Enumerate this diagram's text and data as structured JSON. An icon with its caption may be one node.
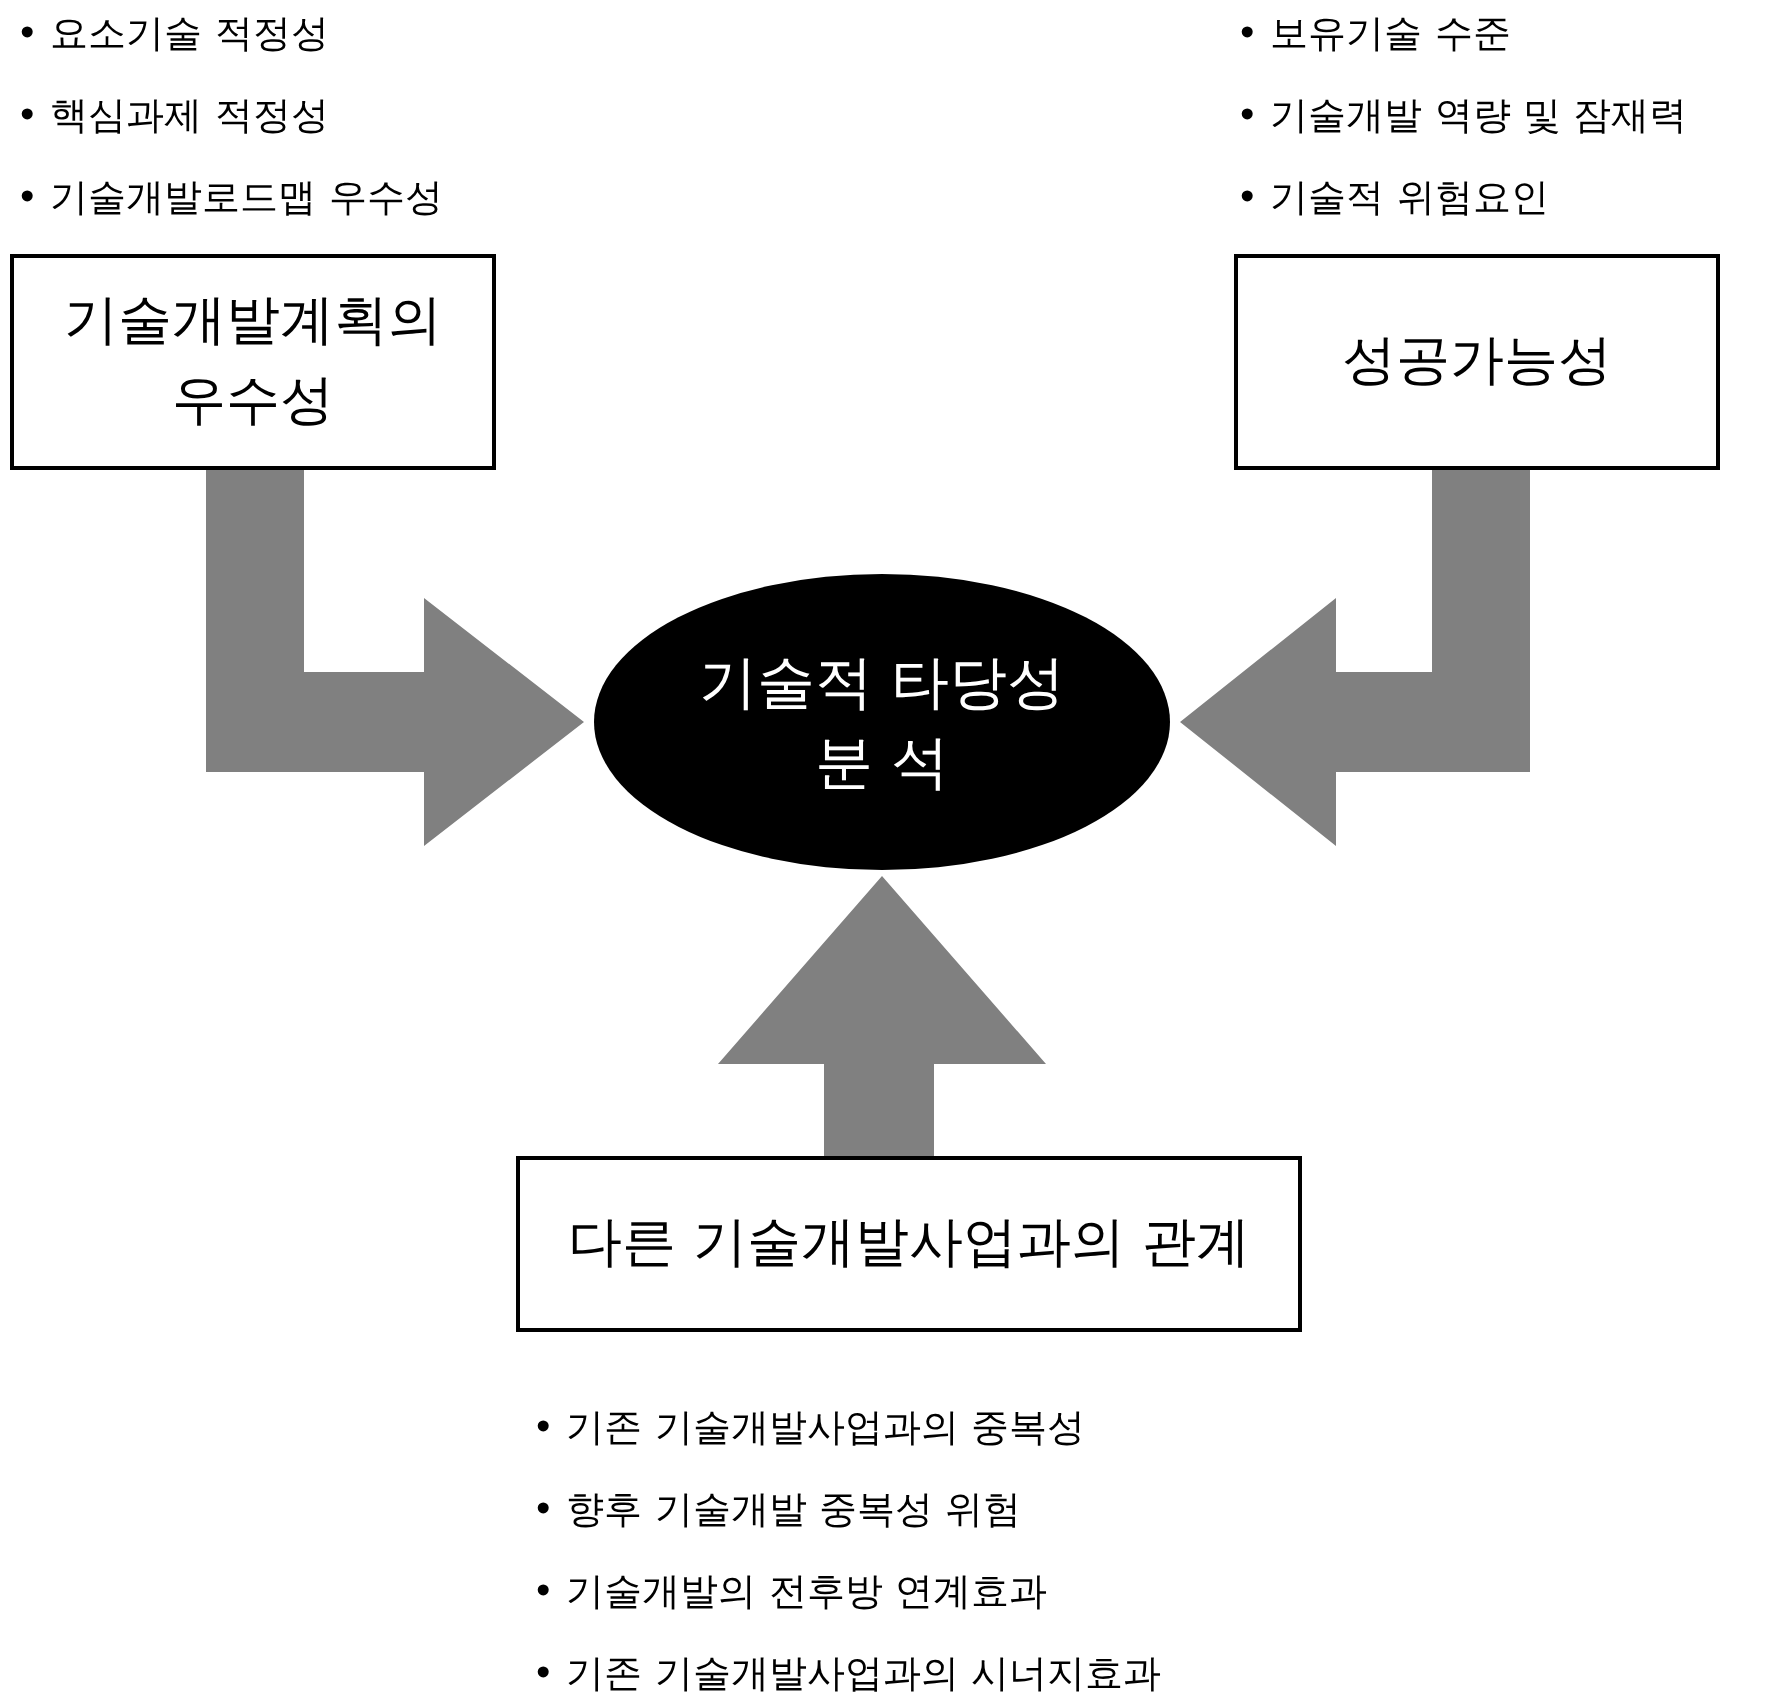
{
  "diagram": {
    "nodes": [
      {
        "text": [
          "기술개발계획의 우수성"
        ],
        "beside": [
          "• 요소기술 적정성",
          "• 핵심과제 적정성",
          "• 기술개발로드맵 우수성"
        ]
      },
      {
        "text": [
          "성공가능성"
        ],
        "beside": [
          "• 보유기술 수준",
          "• 기술개발 역량 및 잠재력",
          "• 기술적 위험요인"
        ]
      },
      {
        "text": [
          "기술적 타당성 분 석"
        ]
      },
      {
        "text": [
          "다른 기술개발사업과의 관계"
        ],
        "beside": [
          "• 기존 기술개발사업과의 중복성",
          "• 향후 기술개발 중복성 위험",
          "• 기술개발의 전후방 연계효과",
          "• 기존 기술개발사업과의 시너지효과"
        ]
      }
    ],
    "edges": [
      {
        "from": 0,
        "to": 2,
        "arrow": "to"
      },
      {
        "from": 1,
        "to": 2,
        "arrow": "to"
      },
      {
        "from": 3,
        "to": 2,
        "arrow": "to"
      }
    ]
  }
}
